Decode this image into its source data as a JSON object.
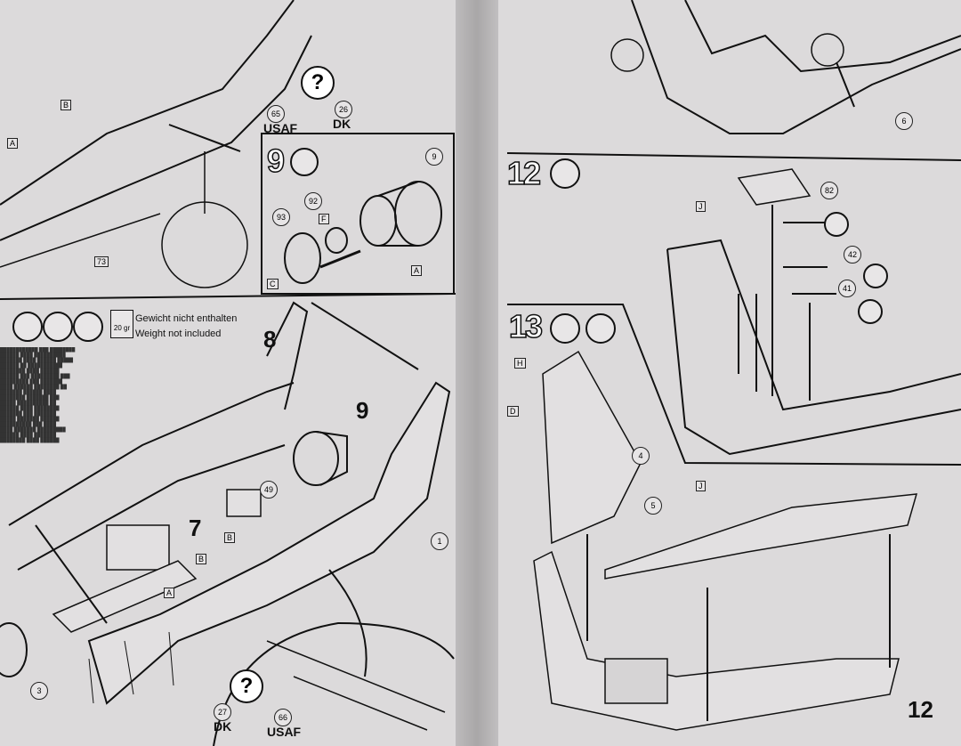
{
  "left_page": {
    "top_section": {
      "decal_labels": [
        {
          "number": "65",
          "country": "USAF"
        },
        {
          "number": "26",
          "country": "DK"
        }
      ],
      "question_mark": "?",
      "labels": [
        "B",
        "A"
      ],
      "parts": [
        "73"
      ]
    },
    "step9": {
      "step_number": "9",
      "parts": [
        "9",
        "92",
        "93"
      ],
      "labels": [
        "F",
        "C",
        "A"
      ]
    },
    "step10": {
      "weight_value": "20 gr",
      "weight_text_de": "Gewicht nicht enthalten",
      "weight_text_en": "Weight not included",
      "callouts": [
        "8",
        "9",
        "7"
      ],
      "parts": [
        "49",
        "1",
        "3"
      ],
      "labels": [
        "B",
        "B",
        "A"
      ],
      "bottom_decals": [
        {
          "number": "27",
          "country": "DK"
        },
        {
          "number": "66",
          "country": "USAF"
        }
      ],
      "question_mark": "?"
    }
  },
  "right_page": {
    "top_section": {
      "parts": [
        "6"
      ]
    },
    "step12": {
      "step_number": "12",
      "parts": [
        "82",
        "42",
        "41"
      ],
      "labels": [
        "J"
      ]
    },
    "step13": {
      "step_number": "13",
      "parts": [
        "4",
        "5"
      ],
      "labels": [
        "H",
        "D",
        "J"
      ],
      "callout": "12"
    }
  }
}
